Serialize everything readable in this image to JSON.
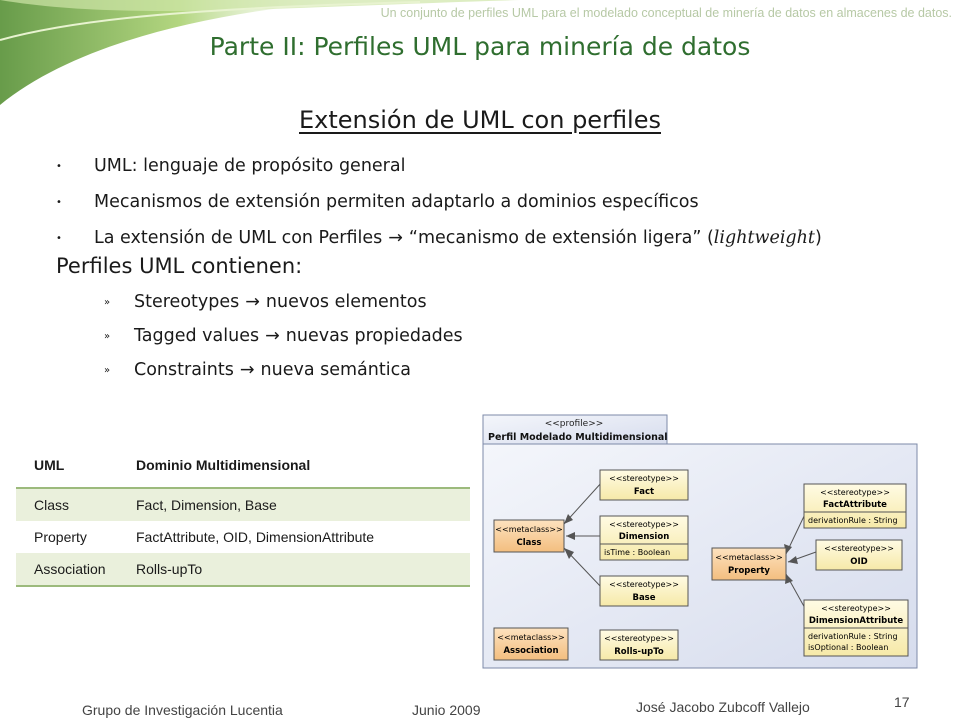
{
  "colors": {
    "title": "#2f6e2f",
    "accent_green": "#9cba7c",
    "table_band": "#eaf0dc"
  },
  "header": {
    "note": "Un conjunto de perfiles UML para el modelado conceptual de minería de datos en almacenes de datos.",
    "title": "Parte II: Perfiles UML para minería de datos"
  },
  "subtitle": "Extensión de UML con perfiles",
  "bullets": [
    {
      "text": "UML: lenguaje de propósito general"
    },
    {
      "text": "Mecanismos de extensión permiten adaptarlo a dominios específicos"
    },
    {
      "lead": "La extensión de UML con Perfiles",
      "quote": "“mecanismo de extensión ligera” (",
      "ital": "lightweight",
      "close": ")"
    }
  ],
  "arrow_symbol": "→",
  "bullet_symbol": "•",
  "sub_symbol": "»",
  "section_head": "Perfiles UML contienen:",
  "subbullets": [
    {
      "term": "Stereotypes",
      "desc": "nuevos elementos"
    },
    {
      "term": "Tagged values",
      "desc": "nuevas propiedades"
    },
    {
      "term": "Constraints",
      "desc": "nueva semántica"
    }
  ],
  "table": {
    "headers": [
      "UML",
      "Dominio Multidimensional"
    ],
    "rows": [
      [
        "Class",
        "Fact, Dimension, Base"
      ],
      [
        "Property",
        "FactAttribute, OID, DimensionAttribute"
      ],
      [
        "Association",
        "Rolls-upTo"
      ]
    ]
  },
  "diagram": {
    "tab_stereo": "<<profile>>",
    "tab_name": "Perfil Modelado Multidimensional",
    "metaclass_label": "<<metaclass>>",
    "stereotype_label": "<<stereotype>>",
    "class": "Class",
    "property": "Property",
    "association": "Association",
    "fact": "Fact",
    "dimension": "Dimension",
    "dimension_attr": "isTime : Boolean",
    "base": "Base",
    "rolls": "Rolls-upTo",
    "fact_attribute": "FactAttribute",
    "fact_attribute_attr": "derivationRule : String",
    "oid": "OID",
    "dimension_attribute": "DimensionAttribute",
    "dimension_attribute_attr1": "derivationRule : String",
    "dimension_attribute_attr2": "isOptional : Boolean"
  },
  "footer": {
    "group": "Grupo de Investigación Lucentia",
    "date": "Junio 2009",
    "author": "José Jacobo Zubcoff Vallejo",
    "page": "17"
  }
}
